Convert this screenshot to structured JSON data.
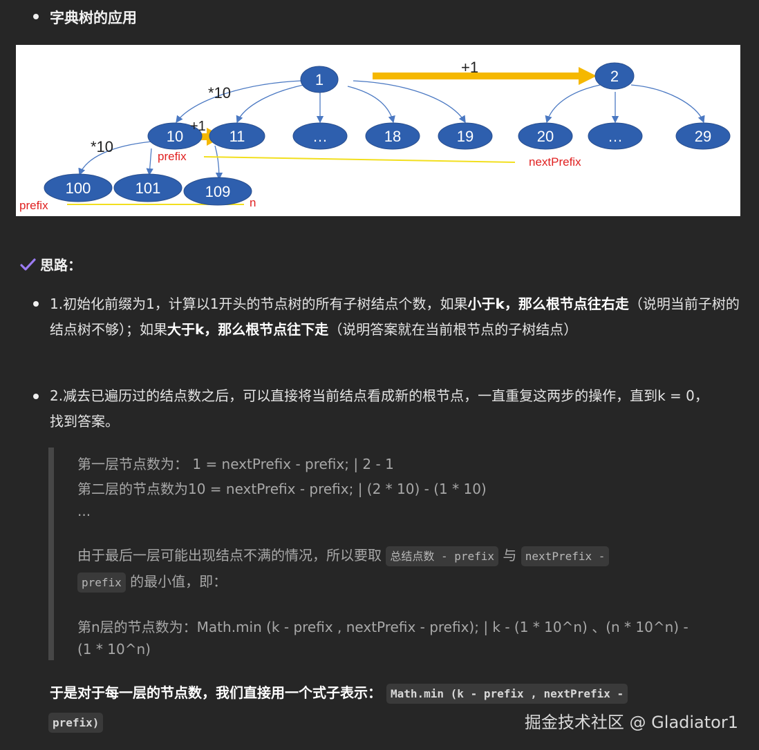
{
  "heading": "字典树的应用",
  "figure": {
    "nodes": {
      "n1": "1",
      "n2": "2",
      "n10": "10",
      "n11": "11",
      "n_dots1": "…",
      "n18": "18",
      "n19": "19",
      "n20": "20",
      "n_dots2": "…",
      "n29": "29",
      "n100": "100",
      "n101": "101",
      "n109": "109"
    },
    "labels": {
      "times10_top": "*10",
      "times10_left": "*10",
      "plus1_top": "+1",
      "plus1_small": "+1",
      "prefix_mid": "prefix",
      "prefix_bottom": "prefix",
      "nextPrefix": "nextPrefix",
      "n": "n"
    },
    "colors": {
      "node_fill": "#2e5fae",
      "edge": "#4a78c2",
      "arrow": "#f5b800",
      "underline": "#f2df1e",
      "red_label": "#e02020"
    }
  },
  "section_title": "思路：",
  "items": [
    {
      "a": "1.初始化前缀为1，计算以1开头的节点树的所有子树结点个数，如果",
      "b": "小于k，那么根节点往右走",
      "c": "（说明当前子树的结点树不够）；如果",
      "d": "大于k，那么根节点往下走",
      "e": "（说明答案就在当前根节点的子树结点）"
    },
    {
      "text": "2.减去已遍历过的结点数之后，可以直接将当前结点看成新的根节点，一直重复这两步的操作，直到k = 0，找到答案。"
    }
  ],
  "quote": {
    "line1": "第一层节点数为： 1 = nextPrefix - prefix; | 2 - 1",
    "line2": "第二层的节点数为10 = nextPrefix - prefix; | (2 * 10) - (1 * 10)",
    "line3": "...",
    "line4_a": "由于最后一层可能出现结点不满的情况，所以要取",
    "line4_code1": "总结点数 - prefix",
    "line4_b": "与",
    "line4_code2a": "nextPrefix -",
    "line4_code2b": "prefix",
    "line4_c": "的最小值，即：",
    "line5": "第n层的节点数为：Math.min (k - prefix , nextPrefix - prefix); | k - (1 * 10^n) 、(n * 10^n) -",
    "line6": "(1 * 10^n)"
  },
  "final": {
    "text": "于是对于每一层的节点数，我们直接用一个式子表示：",
    "code1": "Math.min (k - prefix , nextPrefix -",
    "code2": "prefix)"
  },
  "watermark": "掘金技术社区 @ Gladiator1"
}
